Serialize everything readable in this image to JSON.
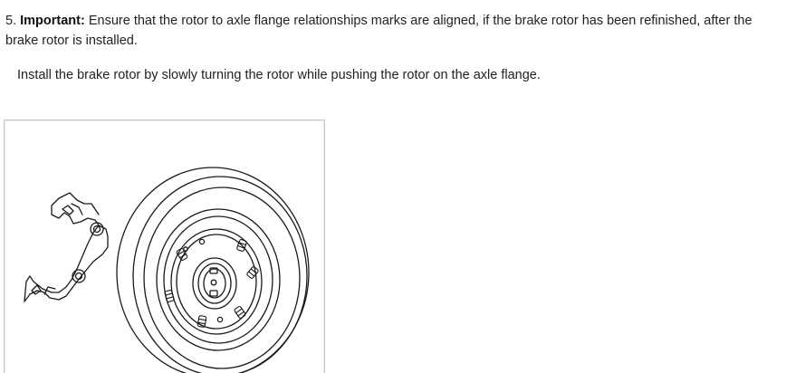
{
  "step": {
    "number": "5.",
    "important_label": "Important:",
    "important_text": "Ensure that the rotor to axle flange relationships marks are aligned, if the brake rotor has been refinished, after the brake rotor is installed."
  },
  "instruction": {
    "text": "Install the brake rotor by slowly turning the rotor while pushing the rotor on the axle flange."
  },
  "figure": {
    "stroke_color": "#1a1a1a",
    "border_color": "#c8c8c8"
  }
}
